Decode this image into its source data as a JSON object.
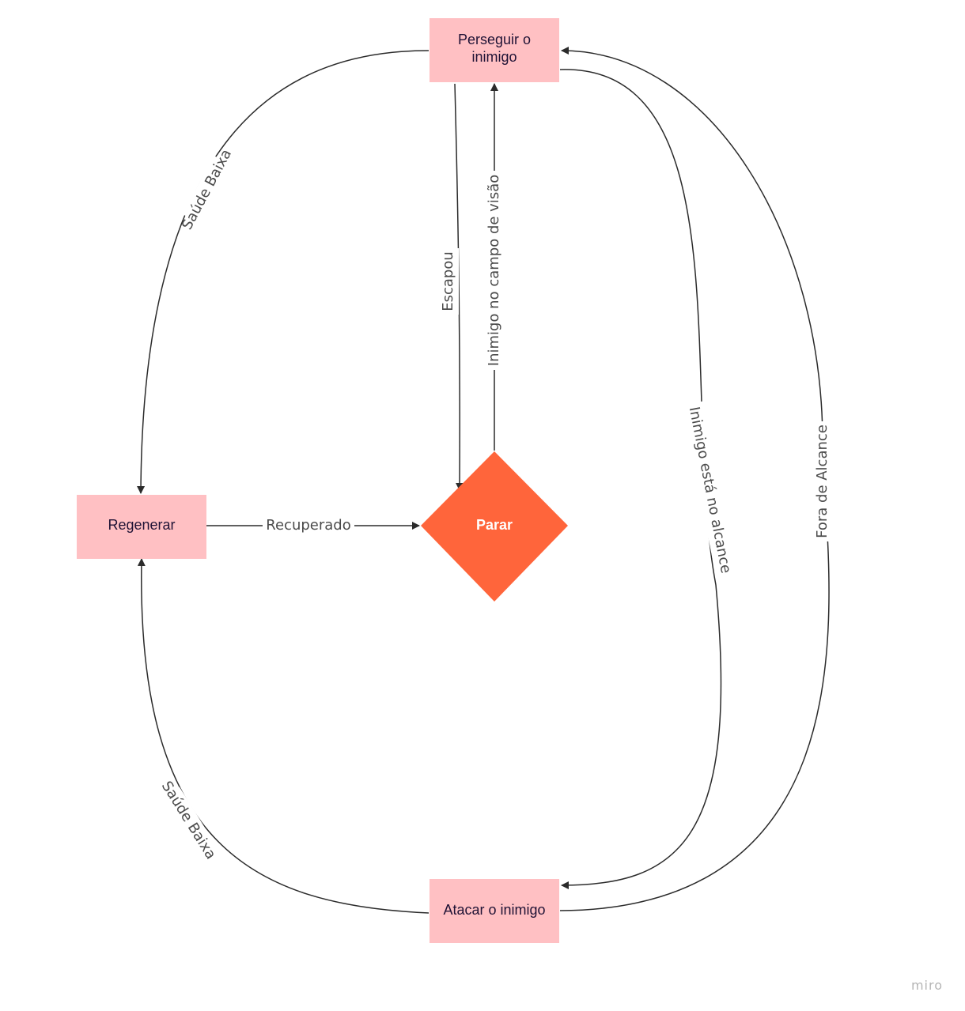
{
  "colors": {
    "state_fill": "#ffc0c3",
    "decision_fill": "#ff653b",
    "edge": "#2b2b2b",
    "edge_label": "#4a4a4a"
  },
  "nodes": {
    "perseguir": {
      "line1": "Perseguir o",
      "line2": "inimigo"
    },
    "regenerar": "Regenerar",
    "parar": "Parar",
    "atacar": "Atacar o inimigo"
  },
  "edges": {
    "saude_baixa_top": "Saúde Baixa",
    "saude_baixa_bottom": "Saúde Baixa",
    "escapou": "Escapou",
    "campo_visao": "Inimigo no campo de visão",
    "recuperado": "Recuperado",
    "no_alcance": "Inimigo está no alcance",
    "fora_alcance": "Fora de Alcance"
  },
  "watermark": "miro"
}
